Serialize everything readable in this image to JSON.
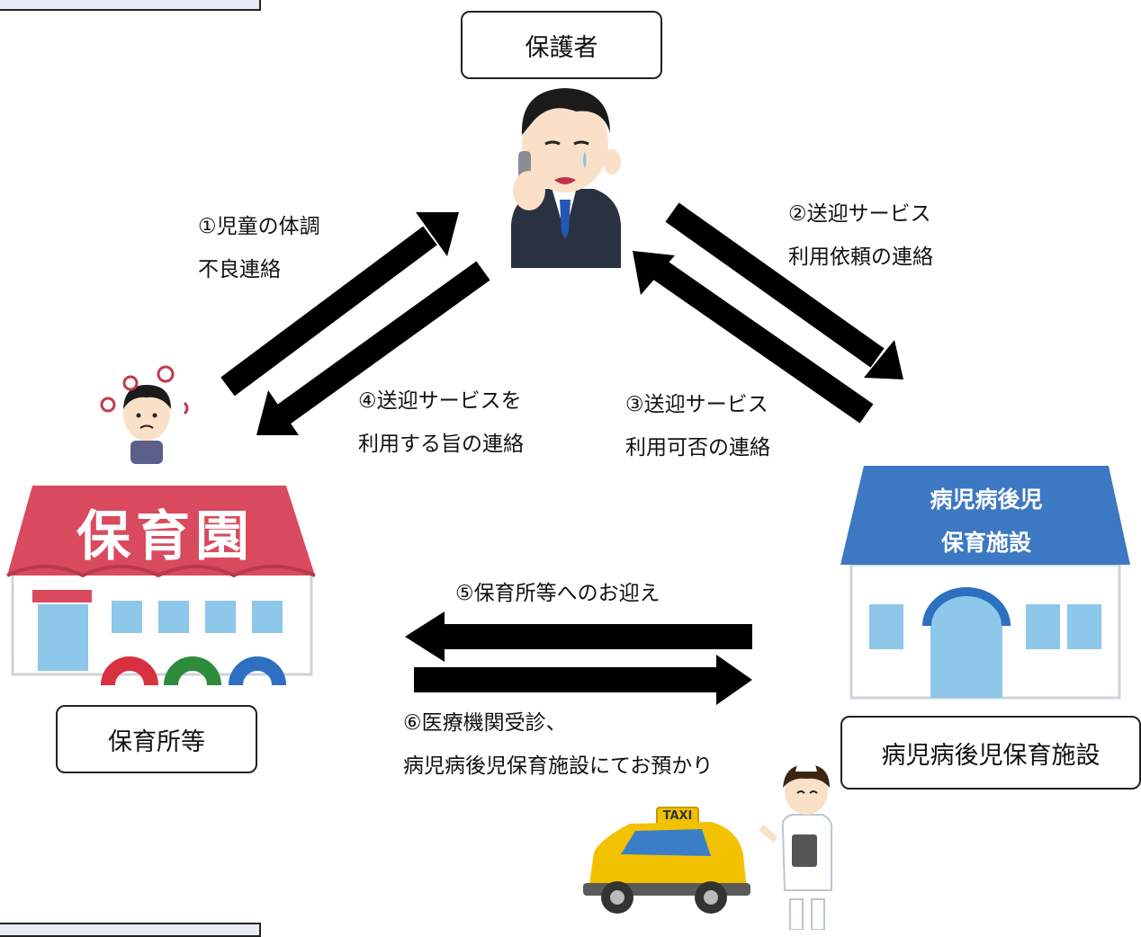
{
  "nodes": {
    "guardian": "保護者",
    "nursery": "保育所等",
    "facility": "病児病後児保育施設"
  },
  "illustrations": {
    "nursery_sign": "保育園",
    "facility_sign_line1": "病児病後児",
    "facility_sign_line2": "保育施設",
    "taxi_sign": "TAXI"
  },
  "steps": {
    "s1": [
      "①児童の体調",
      "不良連絡"
    ],
    "s2": [
      "②送迎サービス",
      "利用依頼の連絡"
    ],
    "s3": [
      "③送迎サービス",
      "利用可否の連絡"
    ],
    "s4": [
      "④送迎サービスを",
      "利用する旨の連絡"
    ],
    "s5": "⑤保育所等へのお迎え",
    "s6": [
      "⑥医療機関受診、",
      "病児病後児保育施設にてお預かり"
    ]
  },
  "colors": {
    "arrow": "#000000",
    "nursery_roof": "#d94a5e",
    "facility_roof": "#3d78c2",
    "window": "#8dc7ea",
    "taxi": "#f2c200"
  }
}
